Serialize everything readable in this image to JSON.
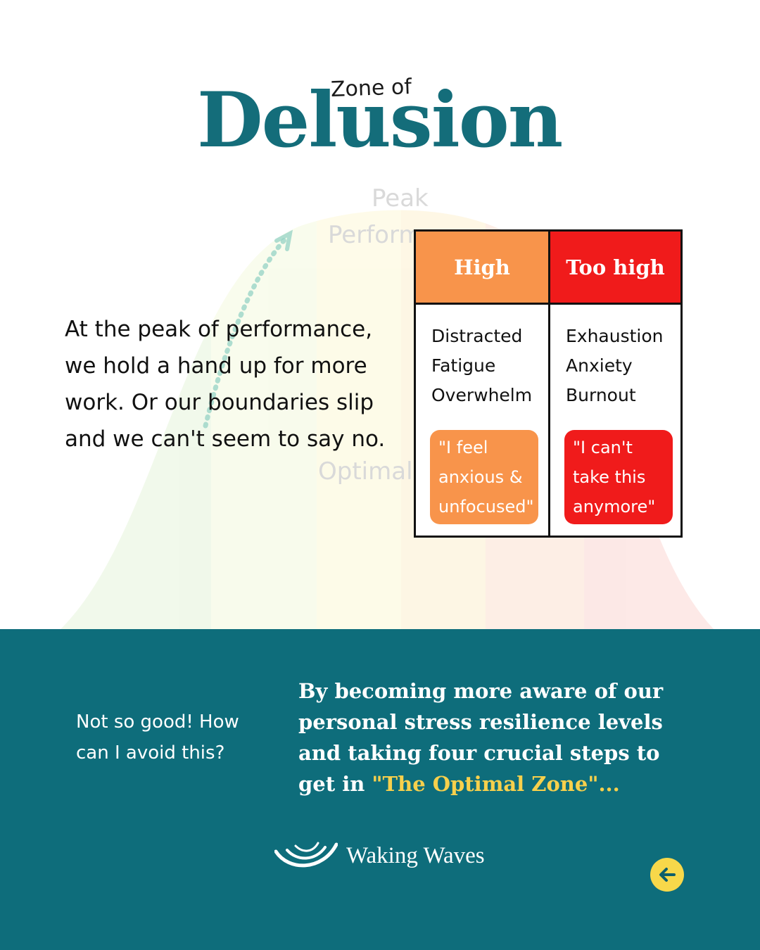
{
  "title": {
    "small": "Zone of",
    "big": "Delusion"
  },
  "background": {
    "label_peak_line1": "Peak",
    "label_peak_line2": "Perform",
    "label_optimal": "Optimal"
  },
  "intro_text": "At the peak of performance, we hold a hand up for more work. Or our boundaries slip and we can't seem to say no.",
  "table": {
    "columns": [
      {
        "header": "High",
        "header_color": "#f8944b",
        "items": [
          "Distracted",
          "Fatigue",
          "Overwhelm"
        ],
        "quote": [
          "\"I feel",
          "anxious &",
          "unfocused\""
        ],
        "quote_color": "#f8944b"
      },
      {
        "header": "Too high",
        "header_color": "#f01b1b",
        "items": [
          "Exhaustion",
          "Anxiety",
          "Burnout"
        ],
        "quote": [
          "\"I can't",
          "take this",
          "anymore\""
        ],
        "quote_color": "#f01b1b"
      }
    ]
  },
  "band": {
    "background": "#0e6d7b",
    "question": "Not so good! How can I avoid this?",
    "text_main": "By becoming more aware of our personal stress resilience levels and taking four crucial steps to get in ",
    "text_highlight": "\"The Optimal Zone\"",
    "text_end": "...",
    "highlight_color": "#f7d04c"
  },
  "brand": {
    "name": "Waking Waves"
  },
  "nav": {
    "icon": "arrow-left-icon",
    "button_color": "#f7d84a"
  }
}
